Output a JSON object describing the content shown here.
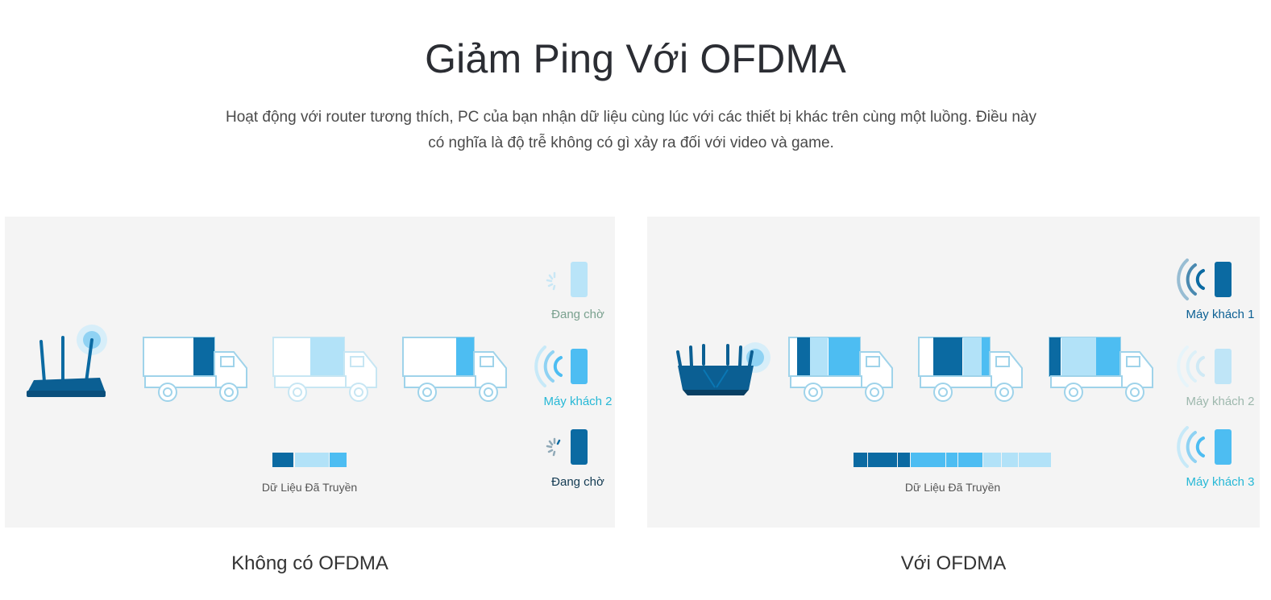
{
  "header": {
    "title": "Giảm Ping Với OFDMA",
    "description_line1": "Hoạt động với router tương thích, PC của bạn nhận dữ liệu cùng lúc với các thiết bị khác trên cùng một luồng. Điều này",
    "description_line2": "có nghĩa là độ trễ không có gì xảy ra đối với video và game."
  },
  "left_panel": {
    "caption": "Không có OFDMA",
    "data_label": "Dữ Liệu Đã Truyền",
    "clients": [
      {
        "label": "Đang chờ",
        "state": "waiting-light"
      },
      {
        "label": "Máy khách 2",
        "state": "active"
      },
      {
        "label": "Đang chờ",
        "state": "waiting-dark"
      }
    ]
  },
  "right_panel": {
    "caption": "Với OFDMA",
    "data_label": "Dữ Liệu Đã Truyền",
    "clients": [
      {
        "label": "Máy khách 1",
        "state": "active"
      },
      {
        "label": "Máy khách 2",
        "state": "faded"
      },
      {
        "label": "Máy khách 3",
        "state": "active"
      }
    ]
  },
  "colors": {
    "dark_blue": "#0b6aa2",
    "mid_blue": "#4dbdf2",
    "light_blue": "#b2e2f8",
    "teal_text": "#26b8d6",
    "waiting_green": "#7aa18f",
    "waiting_dark": "#123a52",
    "faded_text": "#9db8ad",
    "outline": "#9fd3ea"
  }
}
